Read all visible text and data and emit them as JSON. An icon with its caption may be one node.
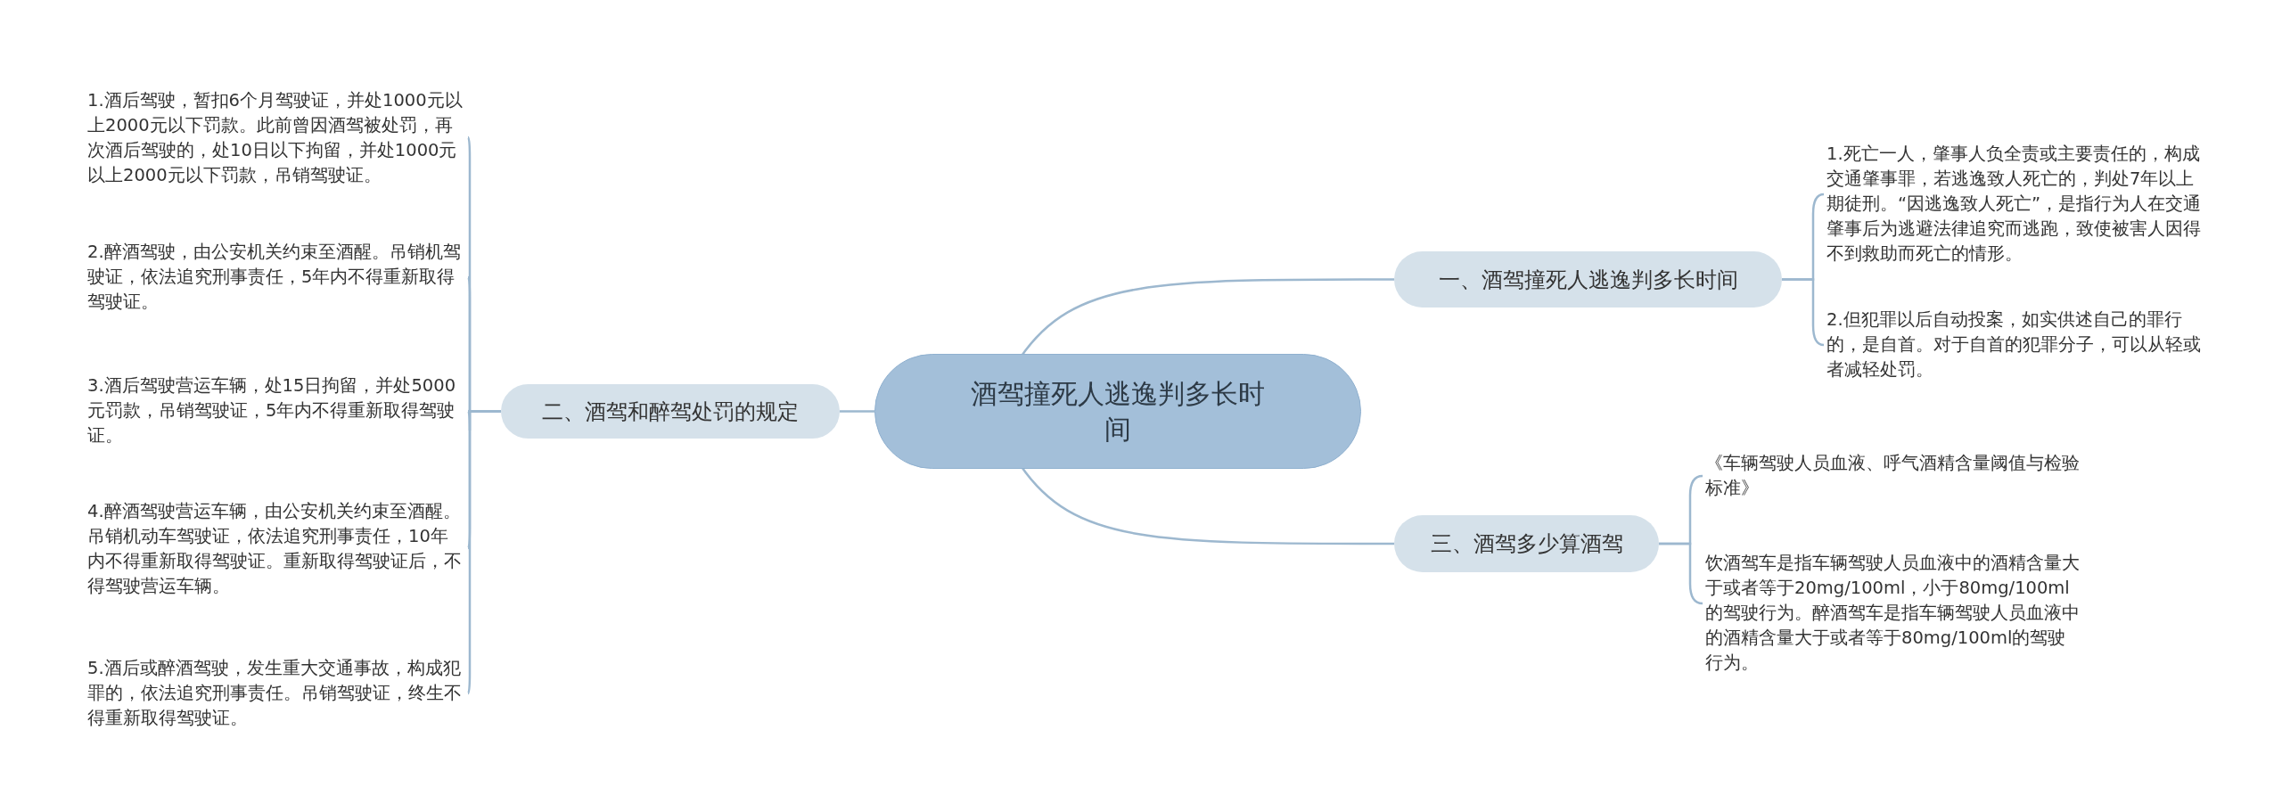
{
  "diagram": {
    "nodes": [
      {
        "text": [
          "酒驾撞死人逃逸判多长时间"
        ]
      },
      {
        "text": [
          "一、酒驾撞死人逃逸判多长时间"
        ]
      },
      {
        "text": [
          "1.死亡一人，肇事人负全责或主要责任的，构成交通肇事罪，若逃逸致人死亡的，判处7年以上期徒刑。“因逃逸致人死亡”，是指行为人在交通肇事后为逃避法律追究而逃跑，致使被害人因得不到救助而死亡的情形。"
        ]
      },
      {
        "text": [
          "2.但犯罪以后自动投案，如实供述自己的罪行的，是自首。对于自首的犯罪分子，可以从轻或者减轻处罚。"
        ]
      },
      {
        "text": [
          "二、酒驾和醉驾处罚的规定"
        ]
      },
      {
        "text": [
          "1.酒后驾驶，暂扣6个月驾驶证，并处1000元以上2000元以下罚款。此前曾因酒驾被处罚，再次酒后驾驶的，处10日以下拘留，并处1000元以上2000元以下罚款，吊销驾驶证。"
        ]
      },
      {
        "text": [
          "2.醉酒驾驶，由公安机关约束至酒醒。吊销机驾驶证，依法追究刑事责任，5年内不得重新取得驾驶证。"
        ]
      },
      {
        "text": [
          "3.酒后驾驶营运车辆，处15日拘留，并处5000元罚款，吊销驾驶证，5年内不得重新取得驾驶证。"
        ]
      },
      {
        "text": [
          "4.醉酒驾驶营运车辆，由公安机关约束至酒醒。吊销机动车驾驶证，依法追究刑事责任，10年内不得重新取得驾驶证。重新取得驾驶证后，不得驾驶营运车辆。"
        ]
      },
      {
        "text": [
          "5.酒后或醉酒驾驶，发生重大交通事故，构成犯罪的，依法追究刑事责任。吊销驾驶证，终生不得重新取得驾驶证。"
        ]
      },
      {
        "text": [
          "三、酒驾多少算酒驾"
        ]
      },
      {
        "text": [
          "《车辆驾驶人员血液、呼气酒精含量阈值与检验标准》"
        ]
      },
      {
        "text": [
          "饮酒驾车是指车辆驾驶人员血液中的酒精含量大于或者等于20mg/100ml，小于80mg/100ml的驾驶行为。醉酒驾车是指车辆驾驶人员血液中的酒精含量大于或者等于80mg/100ml的驾驶行为。"
        ]
      }
    ],
    "edges": [
      {
        "from": 0,
        "to": 1,
        "arrow": "none"
      },
      {
        "from": 1,
        "to": 2,
        "arrow": "none"
      },
      {
        "from": 1,
        "to": 3,
        "arrow": "none"
      },
      {
        "from": 0,
        "to": 4,
        "arrow": "none"
      },
      {
        "from": 4,
        "to": 5,
        "arrow": "none"
      },
      {
        "from": 4,
        "to": 6,
        "arrow": "none"
      },
      {
        "from": 4,
        "to": 7,
        "arrow": "none"
      },
      {
        "from": 4,
        "to": 8,
        "arrow": "none"
      },
      {
        "from": 4,
        "to": 9,
        "arrow": "none"
      },
      {
        "from": 0,
        "to": 10,
        "arrow": "none"
      },
      {
        "from": 10,
        "to": 11,
        "arrow": "none"
      },
      {
        "from": 10,
        "to": 12,
        "arrow": "none"
      }
    ]
  }
}
